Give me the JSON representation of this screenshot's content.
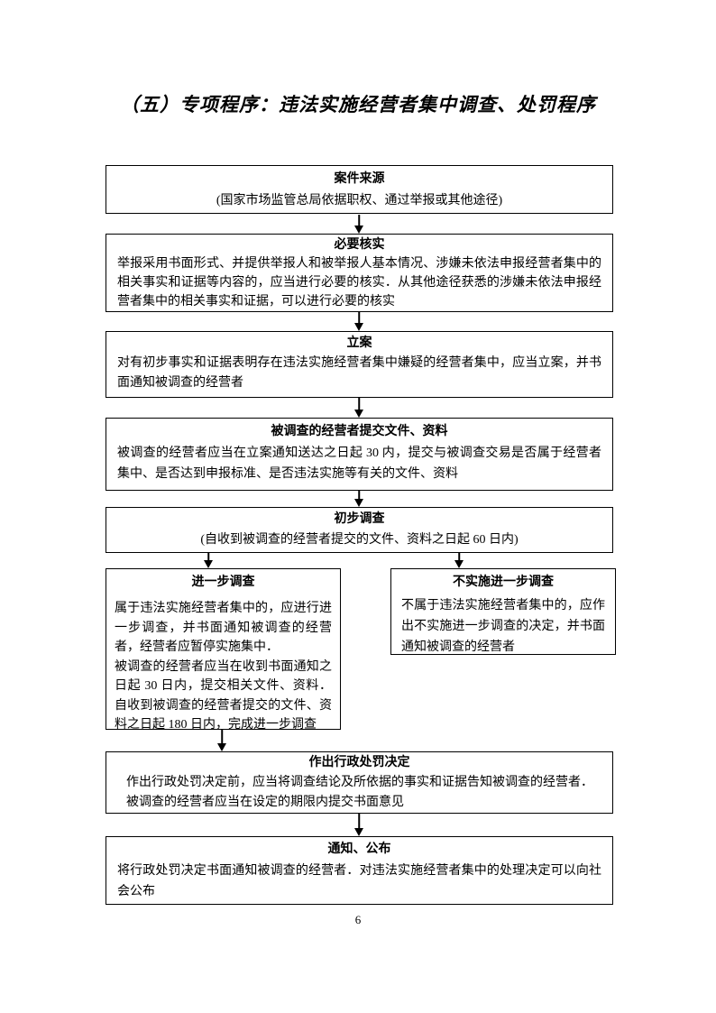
{
  "page": {
    "title": "（五）专项程序：违法实施经营者集中调查、处罚程序",
    "page_number": "6"
  },
  "colors": {
    "background": "#ffffff",
    "text": "#000000",
    "box_border": "#000000"
  },
  "flowchart": {
    "nodes": [
      {
        "id": "case-source",
        "title": "案件来源",
        "body": "(国家市场监管总局依据职权、通过举报或其他途径)"
      },
      {
        "id": "necessary-verification",
        "title": "必要核实",
        "body": "举报采用书面形式、并提供举报人和被举报人基本情况、涉嫌未依法申报经营者集中的相关事实和证据等内容的，应当进行必要的核实．从其他途径获悉的涉嫌未依法申报经营者集中的相关事实和证据，可以进行必要的核实"
      },
      {
        "id": "case-filing",
        "title": "立案",
        "body": "对有初步事实和证据表明存在违法实施经营者集中嫌疑的经营者集中，应当立案，并书面通知被调查的经营者"
      },
      {
        "id": "submit-documents",
        "title": "被调查的经营者提交文件、资料",
        "body": "被调查的经营者应当在立案通知送达之日起 30 内，提交与被调查交易是否属于经营者集中、是否达到申报标准、是否违法实施等有关的文件、资料"
      },
      {
        "id": "preliminary-investigation",
        "title": "初步调查",
        "body": "(自收到被调查的经营者提交的文件、资料之日起 60 日内)"
      },
      {
        "id": "further-investigation",
        "title": "进一步调查",
        "body": "属于违法实施经营者集中的，应进行进一步调查，并书面通知被调查的经营者，经营者应暂停实施集中．\n被调查的经营者应当在收到书面通知之日起 30 日内，提交相关文件、资料．自收到被调查的经营者提交的文件、资料之日起 180 日内，完成进一步调查"
      },
      {
        "id": "no-further-investigation",
        "title": "不实施进一步调查",
        "body": "不属于违法实施经营者集中的，应作出不实施进一步调查的决定，并书面通知被调查的经营者"
      },
      {
        "id": "penalty-decision",
        "title": "作出行政处罚决定",
        "body": "作出行政处罚决定前，应当将调查结论及所依据的事实和证据告知被调查的经营者．\n被调查的经营者应当在设定的期限内提交书面意见"
      },
      {
        "id": "notify-publish",
        "title": "通知、公布",
        "body": "将行政处罚决定书面通知被调查的经营者．对违法实施经营者集中的处理决定可以向社会公布"
      }
    ]
  }
}
